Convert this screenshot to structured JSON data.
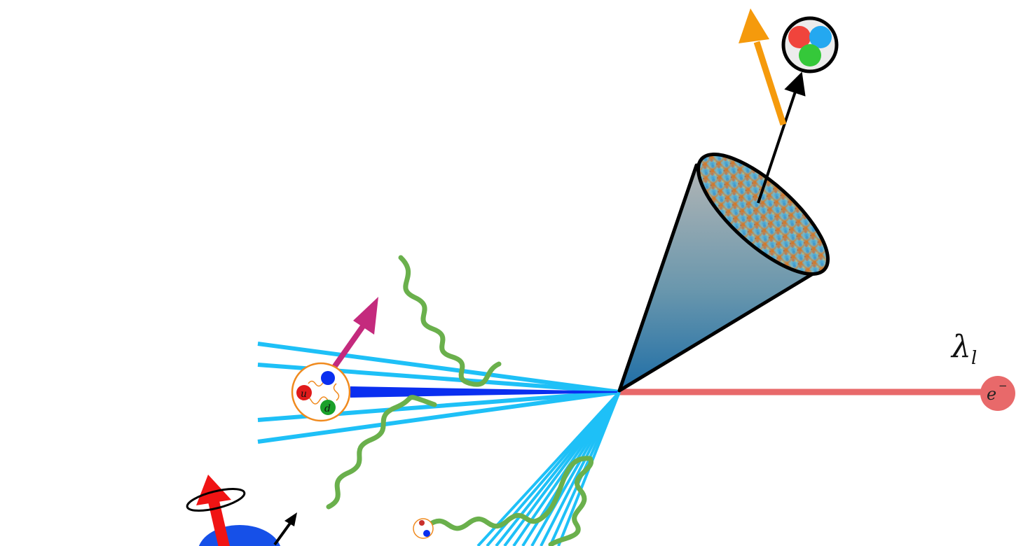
{
  "labels": {
    "lepton_helicity": "λ",
    "lepton_helicity_sub": "l",
    "electron": "e",
    "electron_sup": "−",
    "quark_u": "u",
    "quark_d": "d"
  },
  "colors": {
    "electron_line": "#e8696a",
    "jet_lines": "#1ec0f7",
    "struck_quark_line": "#0a2ff0",
    "photon_wave": "#6ab04c",
    "magenta_arrow": "#c42a7d",
    "orange_arrow": "#f59a0c",
    "spin_arrow": "#f01414",
    "proton_outline": "#f08a1e",
    "cone_top": "#a4abad",
    "cone_bottom": "#2070a8"
  },
  "icons": [
    "proton-icon",
    "baryon-icon",
    "spinning-nucleon-icon",
    "cmb-texture-icon"
  ]
}
